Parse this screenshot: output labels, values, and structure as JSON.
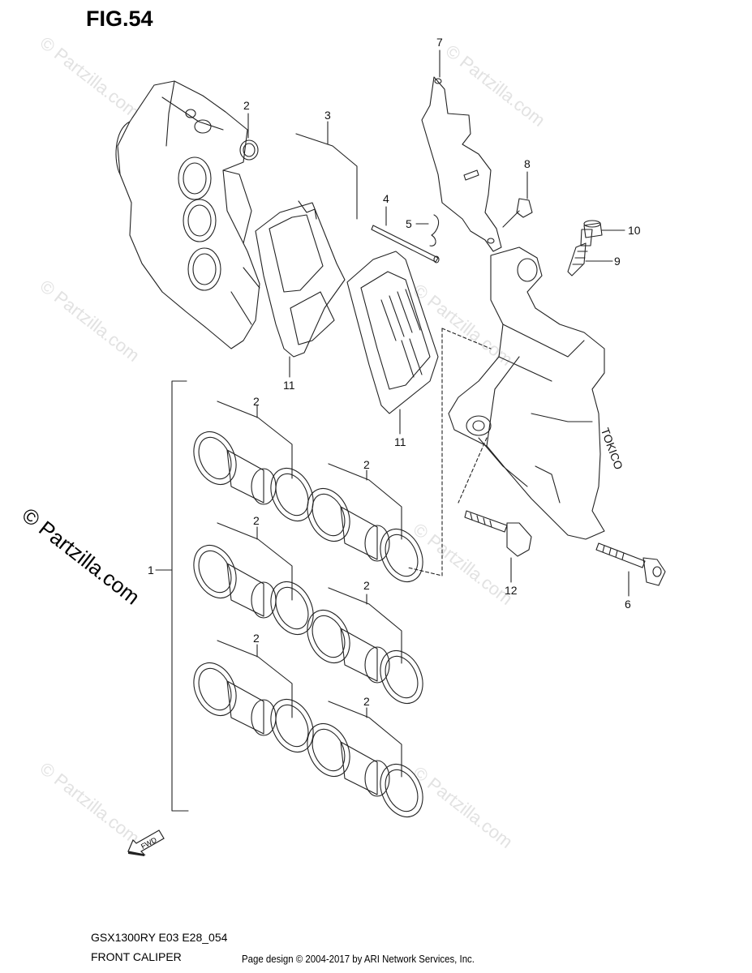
{
  "figure_title": "FIG.54",
  "watermark_text": "© Partzilla.com",
  "callouts": [
    "1",
    "2",
    "3",
    "4",
    "5",
    "6",
    "7",
    "8",
    "9",
    "10",
    "11",
    "12"
  ],
  "fwd_label": "FWD",
  "model_code": "GSX1300RY E03 E28_054",
  "caption": "FRONT CALIPER",
  "footer": "Page design © 2004-2017 by ARI Network Services, Inc.",
  "caliper_brand": "TOKICO"
}
